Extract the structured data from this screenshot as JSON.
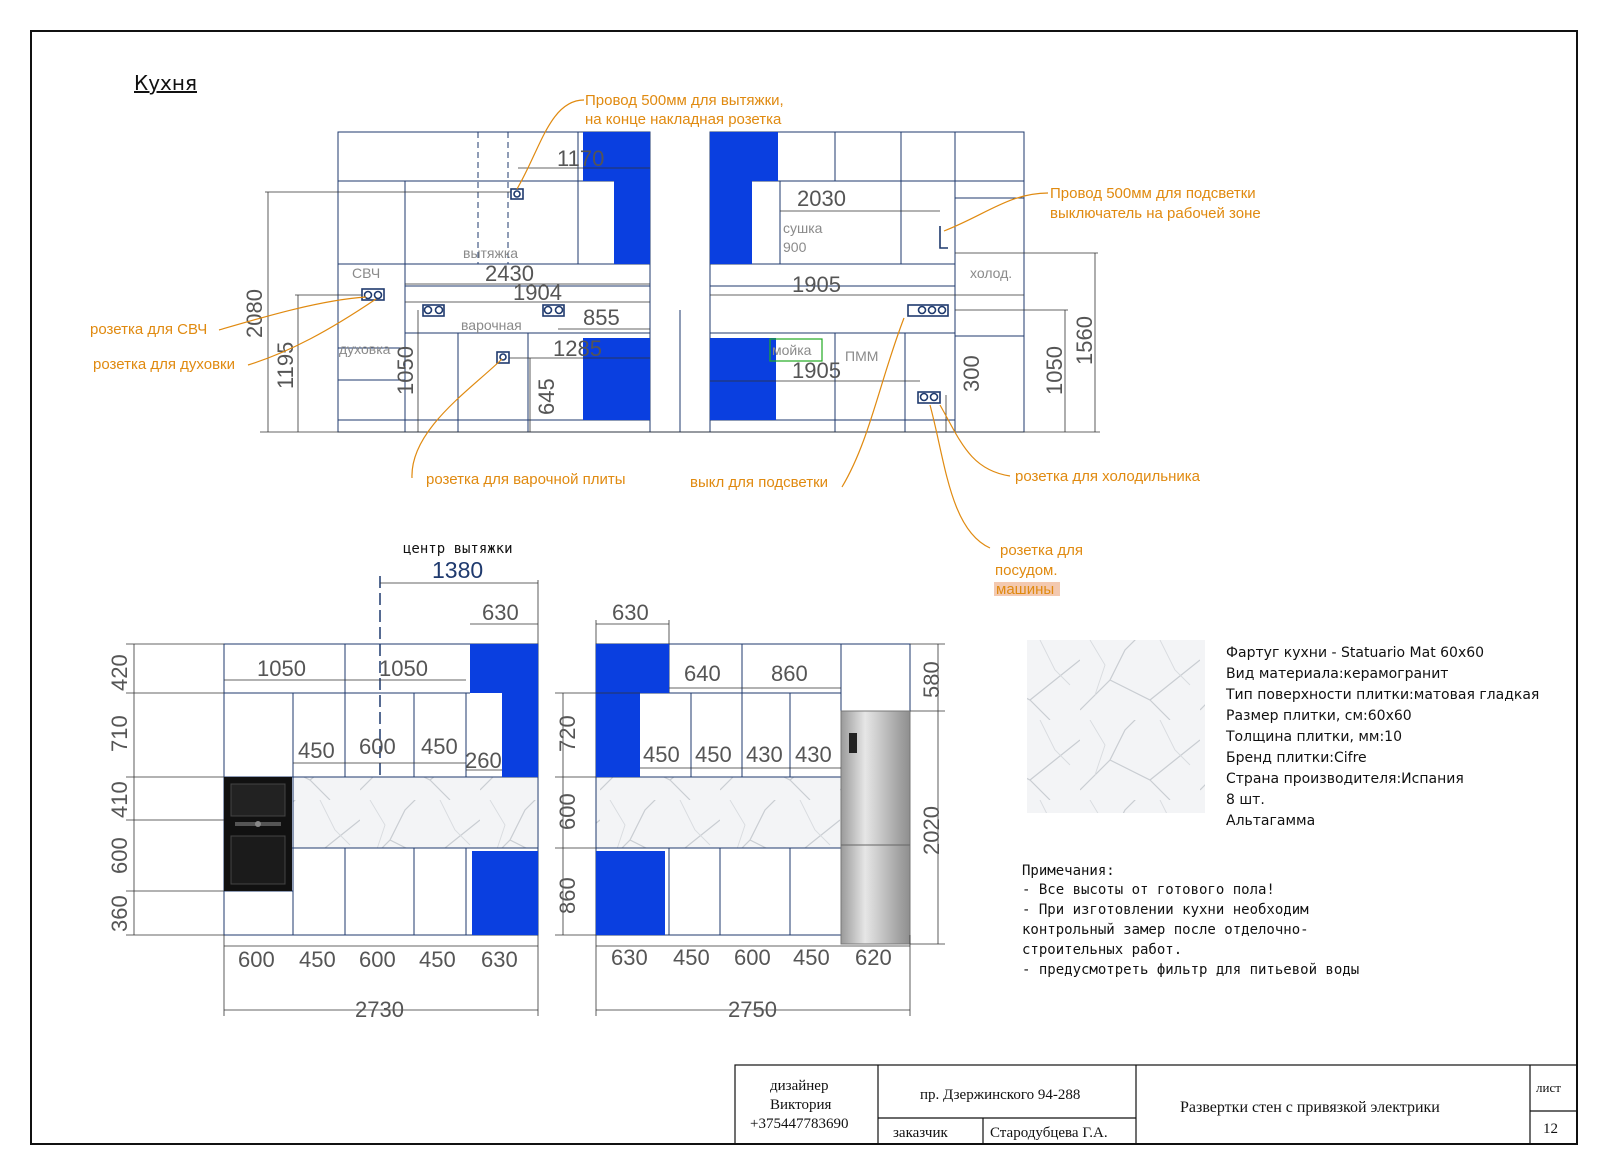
{
  "colors": {
    "cabinet_blue": "#0a3fe0",
    "line_navy": "#1f3a6e",
    "leader_orange": "#e08a10",
    "dim_gray": "#555555"
  },
  "title": "Кухня",
  "elevation": {
    "dims": {
      "d1170": "1170",
      "d2030": "2030",
      "d2430": "2430",
      "d1905a": "1905",
      "d1904": "1904",
      "d855": "855",
      "d1285": "1285",
      "d1905b": "1905",
      "d2080": "2080",
      "d1195": "1195",
      "d1050a": "1050",
      "d645": "645",
      "d300": "300",
      "d1050b": "1050",
      "d1560": "1560"
    },
    "labels": {
      "hood": "вытяжка",
      "microwave": "СВЧ",
      "hob": "варочная",
      "oven": "духовка",
      "dryer": "сушка",
      "dryer_size": "900",
      "fridge": "холод.",
      "sink": "мойка",
      "dishwasher": "ПММ"
    }
  },
  "notes": {
    "hood_wire_1": "Провод 500мм для вытяжки,",
    "hood_wire_2": "на конце накладная розетка",
    "light_wire_1": "Провод 500мм для подсветки",
    "light_wire_2": "выключатель на рабочей зоне",
    "mw_socket": "розетка для СВЧ",
    "oven_socket": "розетка для духовки",
    "hob_socket": "розетка для варочной плиты",
    "light_switch": "выкл для подсветки",
    "fridge_socket": "розетка для холодильника",
    "dw_socket_1": "розетка для",
    "dw_socket_2": "посудом.",
    "dw_socket_3": "машины"
  },
  "front_left": {
    "hood_center_label": "центр вытяжки",
    "hood_center_dim": "1380",
    "top": {
      "d630": "630",
      "d1050a": "1050",
      "d1050b": "1050"
    },
    "mid": {
      "d450a": "450",
      "d600": "600",
      "d450b": "450",
      "d260": "260"
    },
    "left": {
      "h420": "420",
      "h710": "710",
      "h410": "410",
      "h600": "600",
      "h360": "360"
    },
    "bottom": {
      "w1": "600",
      "w2": "450",
      "w3": "600",
      "w4": "450",
      "w5": "630"
    },
    "total": "2730"
  },
  "front_right": {
    "top": {
      "d630": "630",
      "d640": "640",
      "d860": "860"
    },
    "mid": {
      "d1": "450",
      "d2": "450",
      "d3": "430",
      "d4": "430"
    },
    "left": {
      "h720": "720",
      "h600": "600",
      "h860": "860"
    },
    "right": {
      "h580": "580",
      "h2020": "2020"
    },
    "bottom": {
      "w1": "630",
      "w2": "450",
      "w3": "600",
      "w4": "450",
      "w5": "620"
    },
    "total": "2750"
  },
  "tile_info": [
    "Фартуг кухни - Statuario Mat 60х60",
    "Вид материала:керамогранит",
    "Тип поверхности плитки:матовая гладкая",
    "Размер плитки, см:60x60",
    "Толщина плитки, мм:10",
    "Бренд плитки:Cifre",
    "Страна производителя:Испания",
    "8 шт.",
    "Альтагамма"
  ],
  "remarks": [
    "Примечания:",
    "- Все высоты от готового пола!",
    "- При изготовлении кухни необходим",
    "контрольный замер после отделочно-",
    "строительных работ.",
    "- предусмотреть фильтр для питьевой воды"
  ],
  "stamp": {
    "designer_1": "дизайнер",
    "designer_2": "Виктория",
    "phone": "+375447783690",
    "address": "пр. Дзержинского 94-288",
    "client_label": "заказчик",
    "client_name": "Стародубцева Г.А.",
    "sheet_title": "Развертки стен с привязкой электрики",
    "sheet_label": "лист",
    "sheet_number": "12"
  }
}
